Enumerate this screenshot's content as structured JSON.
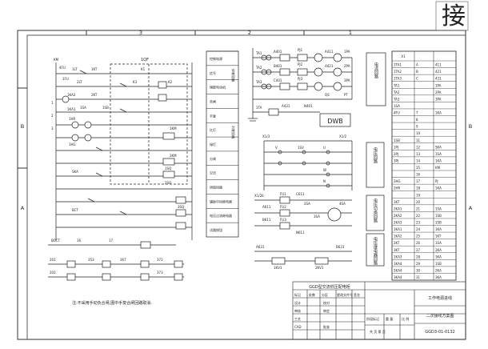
{
  "border": {
    "top_numbers": [
      "3",
      "2",
      "1"
    ],
    "side_letters": [
      "B",
      "A"
    ]
  },
  "corner_glyph": "接",
  "left_diagram": {
    "labels": [
      "KM",
      "4FU",
      "1FU",
      "1LT",
      "2LT",
      "1KT",
      "2KT",
      "1QF",
      "K1",
      "K2",
      "K3",
      "1KA1",
      "1KA2",
      "1SA",
      "1SB",
      "1HR",
      "1HG",
      "SKA",
      "1KM",
      "2KM",
      "1SQ",
      "2SQ",
      "3SQ",
      "BCT",
      "BOCT",
      "16",
      "17",
      "2",
      "1",
      "3",
      "201",
      "202",
      "353",
      "367",
      "372",
      "373"
    ],
    "note": "注:不采用手动负合闸,图中手复合闸回路取消."
  },
  "function_table": {
    "rows": [
      {
        "label": "控制电源"
      },
      {
        "label": "信号"
      },
      {
        "label": "储能电动机",
        "bracket": "合闸回路"
      },
      {
        "label": "合闸"
      },
      {
        "label": "手复"
      },
      {
        "label": "红灯"
      },
      {
        "label": "绿灯",
        "bracket": "分闸回路"
      },
      {
        "label": "分闸"
      },
      {
        "label": "欠压"
      },
      {
        "label": "闭锁回路"
      },
      {
        "label": "辅助中间继电器"
      },
      {
        "label": "电压过流继电器"
      },
      {
        "label": "试跳按钮"
      }
    ]
  },
  "current_circuit": {
    "labels": [
      "TA1",
      "TA2",
      "TA3",
      "PJ1",
      "PJ2",
      "PJ3",
      "A401",
      "A411",
      "A421",
      "B401",
      "C401",
      "1PA",
      "2PA",
      "3PA",
      "1TA",
      "A431",
      "N401",
      "QS",
      "PT"
    ],
    "section_title": "电流回路"
  },
  "dwb_label": "DWB",
  "voltage_circuit": {
    "labels": [
      "X1/3",
      "X1/2",
      "V",
      "1SV",
      "U",
      "W",
      "N",
      "FU1",
      "FU2",
      "FU3",
      "X1/2b",
      "A611",
      "B611",
      "C611",
      "N611",
      "2SA",
      "4SA",
      "1KV1",
      "2KV1",
      "3SA",
      "A631",
      "B631"
    ],
    "loop_title": "电压回路",
    "switch_title": "电压切换回路",
    "relay_title": "电压继电器回路"
  },
  "terminal_block": {
    "header": [
      "X1",
      "",
      ""
    ],
    "rows": [
      [
        "1TA1",
        "A",
        "411"
      ],
      [
        "1TA2",
        "B",
        "421"
      ],
      [
        "1TA3",
        "C",
        "431"
      ],
      [
        "TA1",
        "",
        "1PA"
      ],
      [
        "TA2",
        "",
        "2PA"
      ],
      [
        "TA3",
        "",
        "3PA"
      ],
      [
        "1SA",
        "",
        ""
      ],
      [
        "4FU",
        "7",
        "1KA"
      ],
      [
        "",
        "8",
        ""
      ],
      [
        "",
        "9",
        ""
      ],
      [
        "",
        "10",
        ""
      ],
      [
        "1SB",
        "11",
        ""
      ],
      [
        "1PJ",
        "12",
        "SKA"
      ],
      [
        "2PJ",
        "13",
        "1SA"
      ],
      [
        "3PJ",
        "14",
        "1KA"
      ],
      [
        "",
        "15",
        "KM"
      ],
      [
        "",
        "16",
        ""
      ],
      [
        "2HG",
        "17",
        "PJ"
      ],
      [
        "2HR",
        "18",
        "1KA"
      ],
      [
        "",
        "19",
        ""
      ],
      [
        "1KT",
        "20",
        ""
      ],
      [
        "2KA1",
        "21",
        "1SA"
      ],
      [
        "2KA2",
        "22",
        "1SB"
      ],
      [
        "2KA3",
        "23",
        "1SB"
      ],
      [
        "1KA1",
        "24",
        "1KA"
      ],
      [
        "1KA2",
        "25",
        "1KT"
      ],
      [
        "2KT",
        "26",
        "1SA"
      ],
      [
        "3KT",
        "27",
        "2KA"
      ],
      [
        "1KA3",
        "28",
        "3KA"
      ],
      [
        "1KA4",
        "29",
        "1SB"
      ],
      [
        "2KA4",
        "30",
        "2KA"
      ],
      [
        "3KA4",
        "31",
        "3KA"
      ]
    ]
  },
  "title_block": {
    "company_hint": "GGD型交流低压配电柜",
    "roles": [
      "设计",
      "校对",
      "审核",
      "审定",
      "工艺",
      "CAD",
      "批准"
    ],
    "col_headers": [
      "标记",
      "处数",
      "分区",
      "更改文件号",
      "签名",
      "年月日"
    ],
    "scale_text": "共 页  第 页",
    "weight_label": "重 量",
    "ratio_label": "比 例",
    "stage_label": "阶段标记",
    "project_name": "工作电源进线",
    "drawing_title": "二次接线方案图",
    "drawing_number": "GGD3-01-0132"
  }
}
